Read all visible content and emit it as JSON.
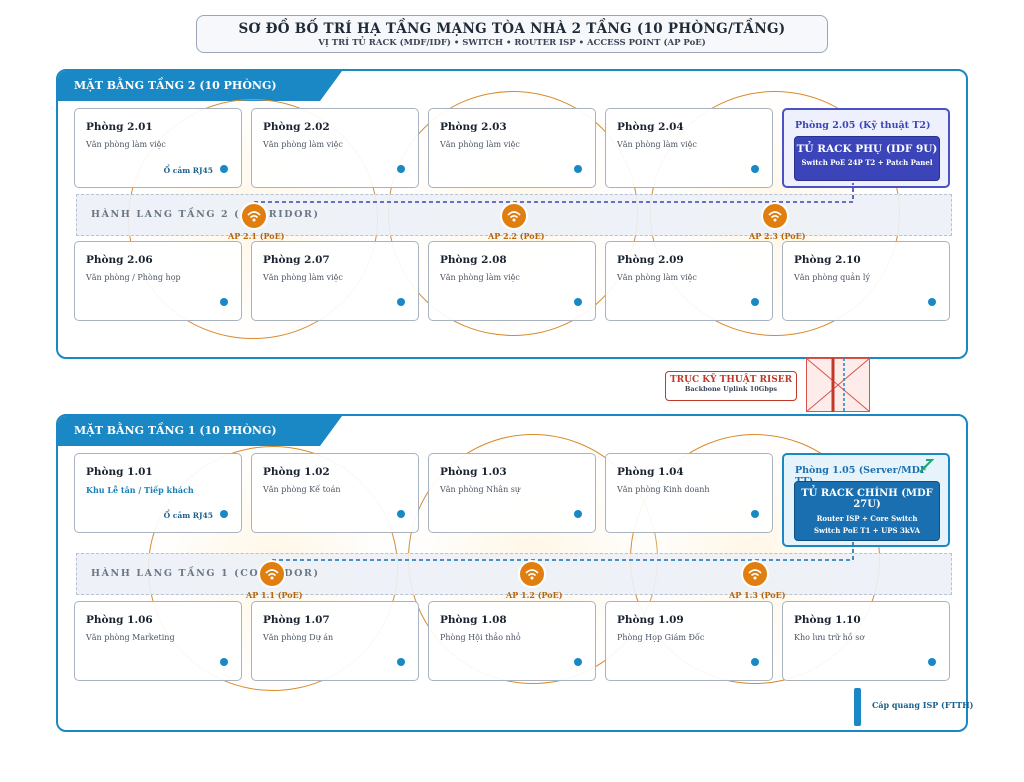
{
  "header": {
    "title": "SƠ ĐỒ BỐ TRÍ HẠ TẦNG MẠNG TÒA NHÀ 2 TẦNG (10 PHÒNG/TẦNG)",
    "subtitle": "VỊ TRÍ TỦ RACK (MDF/IDF) • SWITCH • ROUTER ISP • ACCESS POINT (AP PoE)"
  },
  "floor2": {
    "label": "MẶT BẰNG TẦNG 2 (10 PHÒNG)",
    "corridor": "HÀNH LANG TẦNG 2 (CORRIDOR)",
    "rooms_top": [
      {
        "name": "Phòng 2.01",
        "desc": "Văn phòng làm việc",
        "jack": "Ổ cắm RJ45"
      },
      {
        "name": "Phòng 2.02",
        "desc": "Văn phòng làm việc"
      },
      {
        "name": "Phòng 2.03",
        "desc": "Văn phòng làm việc"
      },
      {
        "name": "Phòng 2.04",
        "desc": "Văn phòng làm việc"
      }
    ],
    "tech_room": {
      "name": "Phòng 2.05 (Kỹ thuật T2)",
      "rack_title": "TỦ RACK PHỤ (IDF 9U)",
      "rack_line1": "Switch PoE 24P T2 + Patch Panel"
    },
    "rooms_bottom": [
      {
        "name": "Phòng 2.06",
        "desc": "Văn phòng / Phòng họp"
      },
      {
        "name": "Phòng 2.07",
        "desc": "Văn phòng làm việc"
      },
      {
        "name": "Phòng 2.08",
        "desc": "Văn phòng làm việc"
      },
      {
        "name": "Phòng 2.09",
        "desc": "Văn phòng làm việc"
      },
      {
        "name": "Phòng 2.10",
        "desc": "Văn phòng quản lý"
      }
    ],
    "aps": [
      "AP 2.1 (PoE)",
      "AP 2.2 (PoE)",
      "AP 2.3 (PoE)"
    ]
  },
  "riser": {
    "title": "TRỤC KỸ THUẬT RISER",
    "subtitle": "Backbone Uplink 10Gbps"
  },
  "floor1": {
    "label": "MẶT BẰNG TẦNG 1 (10 PHÒNG)",
    "corridor": "HÀNH LANG TẦNG 1 (CORRIDOR)",
    "rooms_top": [
      {
        "name": "Phòng 1.01",
        "desc": "Khu Lễ tân / Tiếp khách",
        "jack": "Ổ cắm RJ45"
      },
      {
        "name": "Phòng 1.02",
        "desc": "Văn phòng Kế toán"
      },
      {
        "name": "Phòng 1.03",
        "desc": "Văn phòng Nhân sự"
      },
      {
        "name": "Phòng 1.04",
        "desc": "Văn phòng Kinh doanh"
      }
    ],
    "tech_room": {
      "name": "Phòng 1.05 (Server/MDF TT)",
      "rack_title": "TỦ RACK CHÍNH (MDF 27U)",
      "rack_line1": "Router ISP + Core Switch",
      "rack_line2": "Switch PoE T1 + UPS 3kVA"
    },
    "rooms_bottom": [
      {
        "name": "Phòng 1.06",
        "desc": "Văn phòng Marketing"
      },
      {
        "name": "Phòng 1.07",
        "desc": "Văn phòng Dự án"
      },
      {
        "name": "Phòng 1.08",
        "desc": "Phòng Hội thảo nhỏ"
      },
      {
        "name": "Phòng 1.09",
        "desc": "Phòng Họp Giám Đốc"
      },
      {
        "name": "Phòng 1.10",
        "desc": "Kho lưu trữ hồ sơ"
      }
    ],
    "aps": [
      "AP 1.1 (PoE)",
      "AP 1.2 (PoE)",
      "AP 1.3 (PoE)"
    ]
  },
  "fiber": {
    "label": "Cáp quang ISP (FTTH)"
  },
  "colors": {
    "accent": "#1a88c4",
    "ap": "#e07e10",
    "riser": "#c0392b",
    "idf": "#3b44b8",
    "mdf": "#1a6fb0"
  }
}
